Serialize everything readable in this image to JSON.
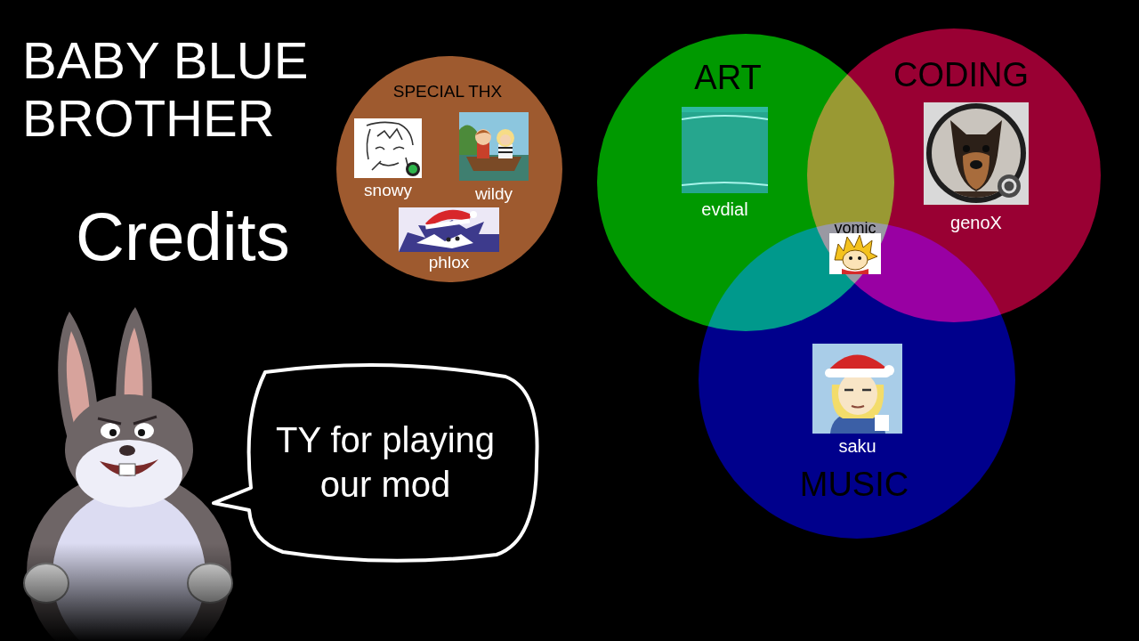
{
  "diagram": {
    "title": "BABY BLUE BROTHER",
    "nodes": [
      {
        "text": [
          "SPECIAL THX"
        ]
      },
      {
        "text": [
          "snowy"
        ],
        "in": 0
      },
      {
        "text": [
          "wildy"
        ],
        "in": 0
      },
      {
        "text": [
          "phlox"
        ],
        "in": 0
      },
      {
        "text": [
          "ART"
        ]
      },
      {
        "text": [
          "evdial"
        ],
        "in": 4
      },
      {
        "text": [
          "CODING"
        ]
      },
      {
        "text": [
          "genoX"
        ],
        "in": 6
      },
      {
        "text": [
          "vomic"
        ]
      },
      {
        "text": [
          "MUSIC"
        ]
      },
      {
        "text": [
          "saku"
        ],
        "in": 9
      },
      {
        "text": [
          "TY for playing our mod"
        ]
      }
    ],
    "labels": [
      "Credits"
    ]
  }
}
